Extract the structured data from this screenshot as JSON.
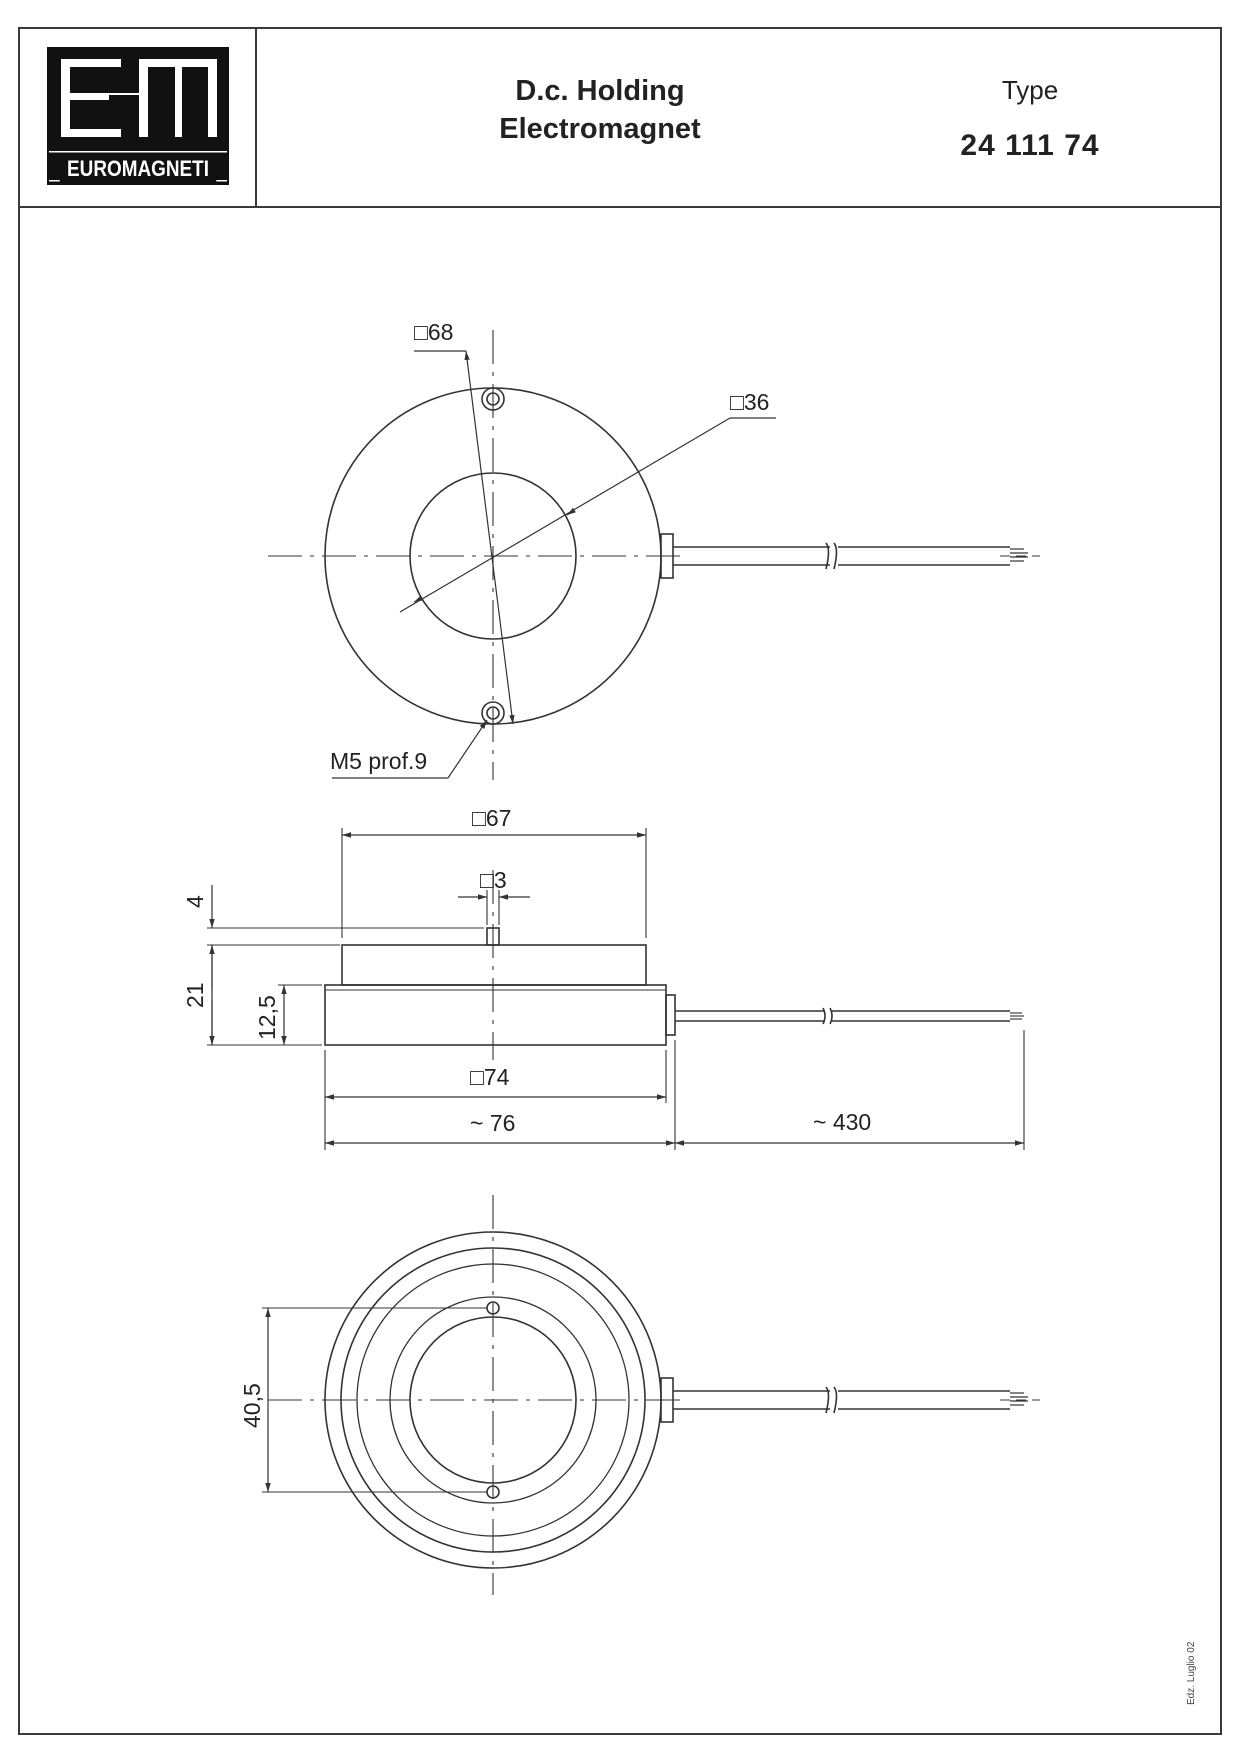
{
  "header": {
    "logo_text": "EUROMAGNETI",
    "title_line1": "D.c. Holding",
    "title_line2": "Electromagnet",
    "type_label": "Type",
    "type_value": "24 111 74"
  },
  "dimensions": {
    "top_view_bolt_circle": "□68",
    "top_view_core": "□36",
    "top_view_thread": "M5 prof.9",
    "side_top_diameter": "□67",
    "side_pin_diameter": "□3",
    "side_pin_height": "4",
    "side_total_height": "21",
    "side_body_height": "12,5",
    "side_base_diameter": "□74",
    "side_overall_width": "~ 76",
    "side_cable_length": "~ 430",
    "bottom_hole_spacing": "40,5"
  },
  "footer": {
    "edition": "Edz. Luglio 02"
  }
}
